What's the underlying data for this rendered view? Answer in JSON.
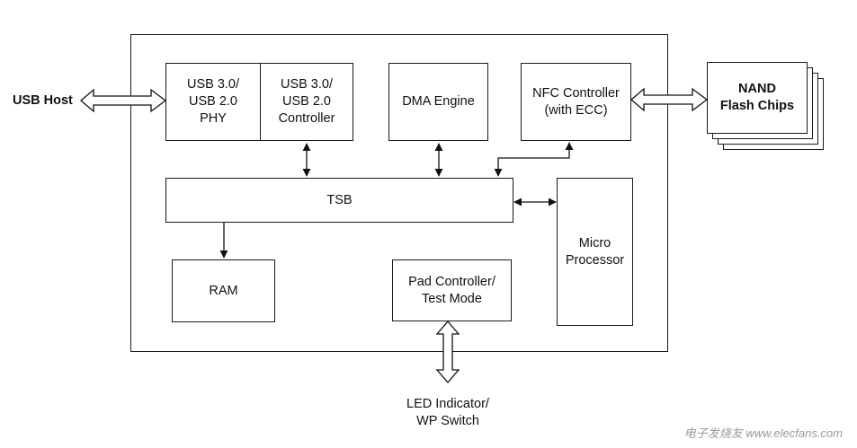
{
  "blocks": {
    "usb_phy": "USB 3.0/\nUSB 2.0\nPHY",
    "usb_controller": "USB 3.0/\nUSB 2.0\nController",
    "dma_engine": "DMA Engine",
    "nfc_controller": "NFC Controller\n(with ECC)",
    "tsb": "TSB",
    "ram": "RAM",
    "pad_controller": "Pad Controller/\nTest Mode",
    "micro_processor": "Micro\nProcessor"
  },
  "external": {
    "usb_host": "USB Host",
    "nand": "NAND\nFlash Chips",
    "led": "LED Indicator/\nWP Switch"
  },
  "watermark": "电子发烧友 www.elecfans.com"
}
